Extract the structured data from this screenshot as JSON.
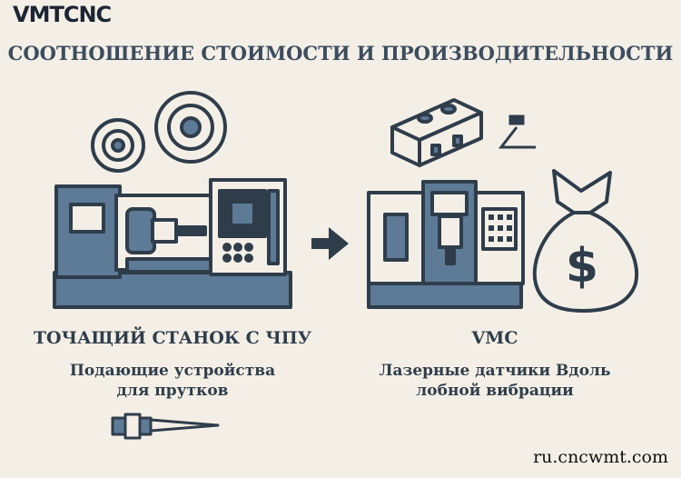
{
  "brand": {
    "logo_text": "VMTCNC"
  },
  "title": "СООТНОШЕНИЕ СТОИМОСТИ И ПРОИЗВОДИТЕЛЬНОСТИ",
  "left": {
    "heading": "ТОЧАЩИЙ СТАНОК С ЧПУ",
    "sub_line1": "Подающие устройства",
    "sub_line2": "для прутков"
  },
  "right": {
    "heading": "VMC",
    "sub_line1": "Лазерные датчики Вдоль",
    "sub_line2": "лобной вибрации"
  },
  "watermark": "ru.cncwmt.com",
  "colors": {
    "ink": "#2f3d4b",
    "fill": "#5d7a96",
    "bg": "#f4efe6"
  },
  "icons": [
    "gear-ring-icon",
    "lathe-icon",
    "arrow-right-icon",
    "vmc-machine-icon",
    "workpiece-block-icon",
    "laser-sensor-icon",
    "money-bag-icon",
    "bar-feeder-icon"
  ]
}
